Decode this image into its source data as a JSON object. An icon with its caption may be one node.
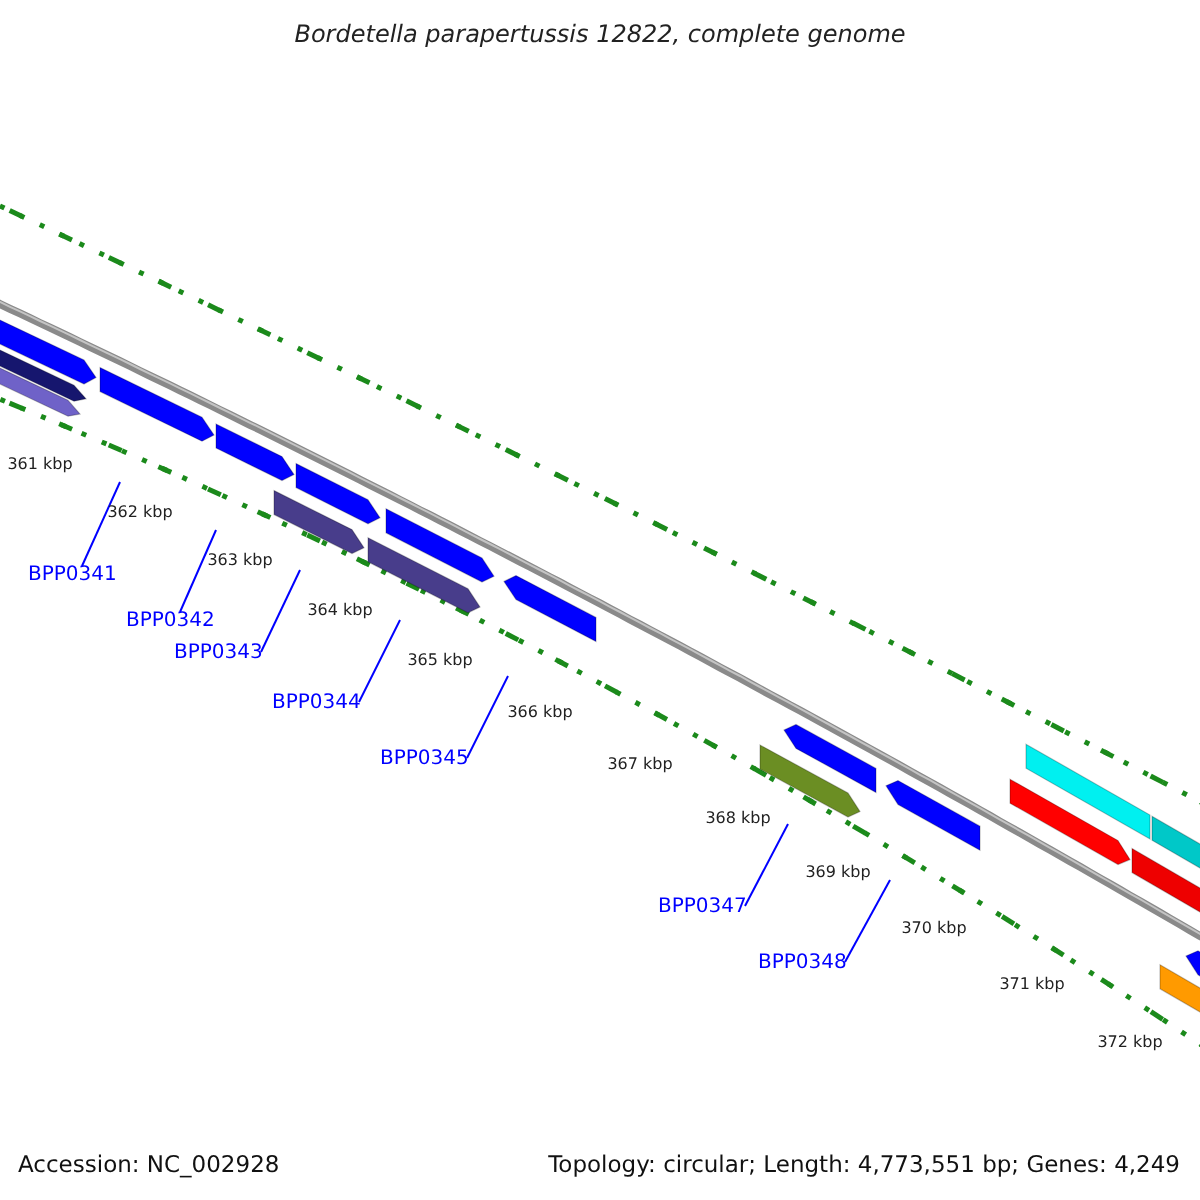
{
  "diagram": {
    "title": "Bordetella parapertussis 12822, complete genome",
    "nodes": [
      {
        "text": [
          "BPP0341"
        ]
      },
      {
        "text": [
          "BPP0342"
        ]
      },
      {
        "text": [
          "BPP0343"
        ]
      },
      {
        "text": [
          "BPP0344"
        ]
      },
      {
        "text": [
          "BPP0345"
        ]
      },
      {
        "text": [
          "BPP0347"
        ]
      },
      {
        "text": [
          "BPP0348"
        ]
      }
    ],
    "edges": [
      {
        "from": 0,
        "to": null,
        "arrow": "none"
      },
      {
        "from": 1,
        "to": null,
        "arrow": "none"
      },
      {
        "from": 2,
        "to": null,
        "arrow": "none"
      },
      {
        "from": 3,
        "to": null,
        "arrow": "none"
      },
      {
        "from": 4,
        "to": null,
        "arrow": "none"
      },
      {
        "from": 5,
        "to": null,
        "arrow": "none"
      },
      {
        "from": 6,
        "to": null,
        "arrow": "none"
      }
    ],
    "labels": [
      "361 kbp",
      "362 kbp",
      "363 kbp",
      "364 kbp",
      "365 kbp",
      "366 kbp",
      "367 kbp",
      "368 kbp",
      "369 kbp",
      "370 kbp",
      "371 kbp",
      "372 kbp",
      "Accession: NC_002928",
      "Topology: circular; Length: 4,773,551 bp; Genes: 4,249"
    ]
  }
}
